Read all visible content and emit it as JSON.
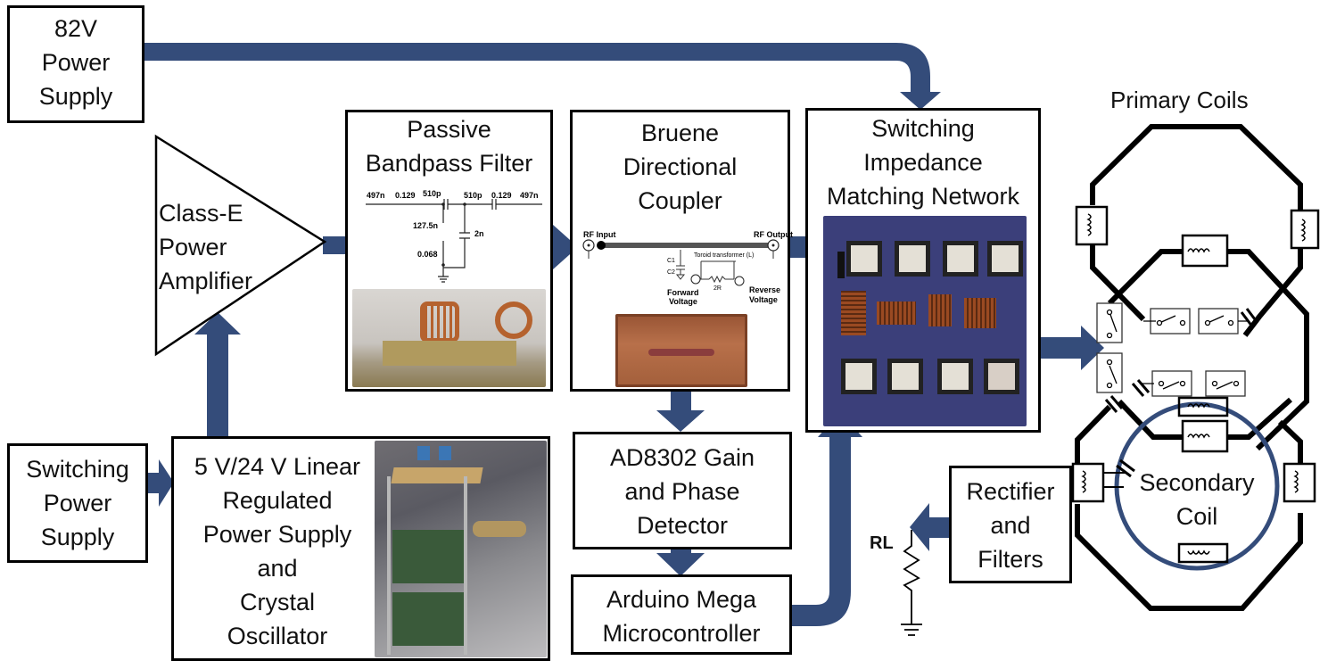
{
  "colors": {
    "arrow": "#344c7a",
    "box_border": "#000000",
    "secondary_coil": "#344c7a",
    "copper": "#b5622e",
    "pcb": "#3b3f7a"
  },
  "blocks": {
    "power_82v": "82V\nPower\nSupply",
    "class_e_amp": "Class-E\nPower\nAmplifier",
    "bandpass_filter": "Passive\nBandpass Filter",
    "directional_coupler": "Bruene\nDirectional\nCoupler",
    "matching_network": "Switching\nImpedance\nMatching Network",
    "primary_coils": "Primary Coils",
    "switching_psu": "Switching\nPower\nSupply",
    "linear_regulated": "5 V/24 V Linear\nRegulated\nPower Supply\nand\nCrystal\nOscillator",
    "gain_phase_detector": "AD8302 Gain\nand Phase\nDetector",
    "arduino": "Arduino Mega\nMicrocontroller",
    "rectifier": "Rectifier\nand\nFilters",
    "secondary_coil": "Secondary\nCoil",
    "load": "RL"
  },
  "filter_schematic": {
    "l_series_left": "497n",
    "r_series_left": "0.129",
    "c_series_left": "510p",
    "c_series_right": "510p",
    "r_series_right": "0.129",
    "l_series_right": "497n",
    "l_shunt": "127.5n",
    "r_shunt": "0.068",
    "c_shunt": "2n"
  },
  "coupler_schematic": {
    "rf_input": "RF Input",
    "rf_output": "RF Output",
    "c1": "C1",
    "c2": "C2",
    "toroid": "Toroid transformer (L)",
    "resistor": "2R",
    "forward": "Forward\nVoltage",
    "reverse": "Reverse\nVoltage"
  }
}
